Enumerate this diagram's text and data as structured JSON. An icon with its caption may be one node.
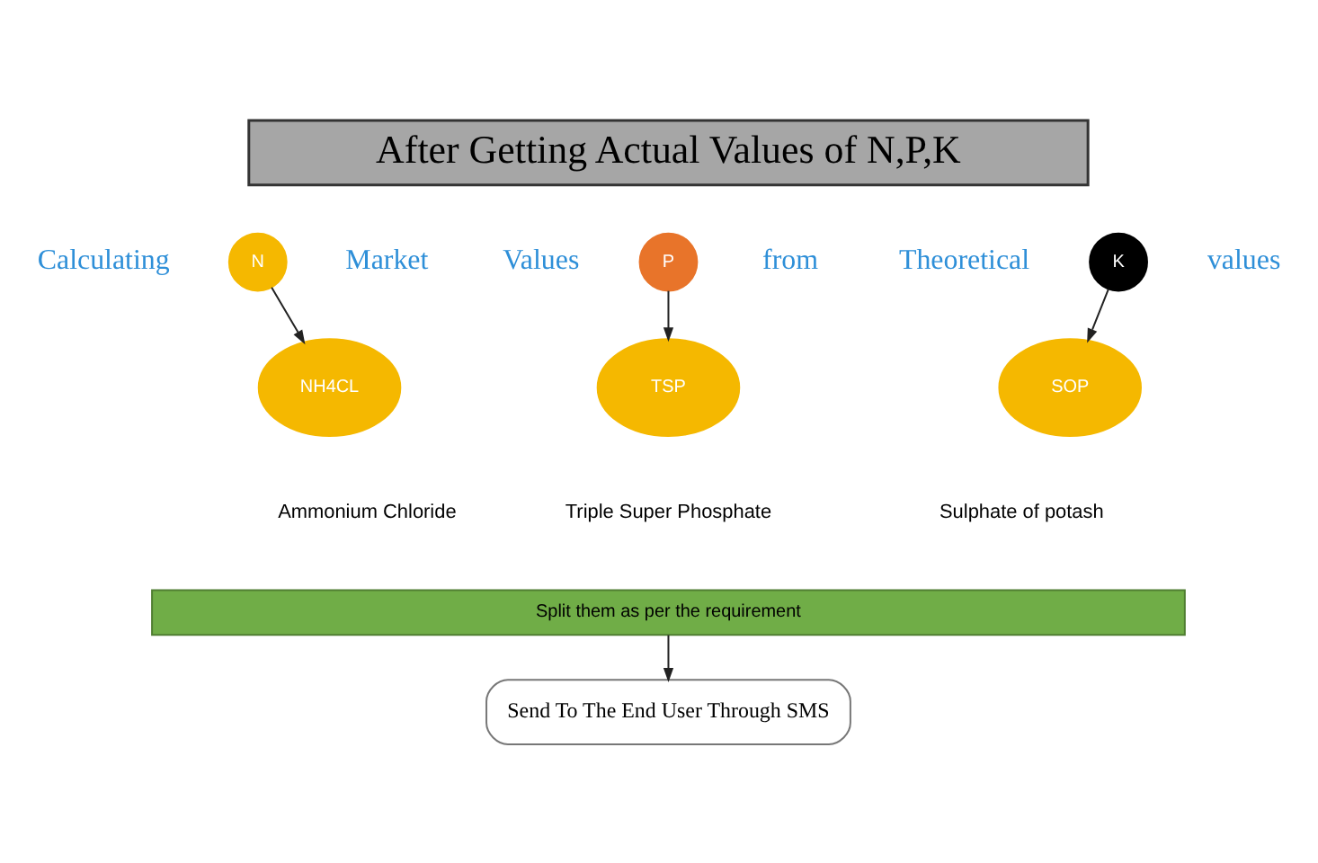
{
  "diagram": {
    "nodes": [
      {
        "text": [
          "After Getting Actual Values of N,P,K"
        ]
      },
      {
        "text": [
          "N"
        ]
      },
      {
        "text": [
          "NH4CL"
        ],
        "beside": [
          "Ammonium Chloride"
        ]
      },
      {
        "text": [
          "P"
        ]
      },
      {
        "text": [
          "TSP"
        ],
        "beside": [
          "Triple Super Phosphate"
        ]
      },
      {
        "text": [
          "K"
        ]
      },
      {
        "text": [
          "SOP"
        ],
        "beside": [
          "Sulphate of potash"
        ]
      },
      {
        "text": [
          "Split them as per the requirement"
        ]
      },
      {
        "text": [
          "Send To The End User Through SMS"
        ]
      }
    ],
    "edges": [
      {
        "from": 1,
        "to": 2,
        "arrow": "to"
      },
      {
        "from": 3,
        "to": 4,
        "arrow": "to"
      },
      {
        "from": 5,
        "to": 6,
        "arrow": "to"
      },
      {
        "from": 7,
        "to": 8,
        "arrow": "to"
      }
    ],
    "labels": [
      "Calculating",
      "Market",
      "Values",
      "from",
      "Theoretical",
      "values"
    ]
  }
}
